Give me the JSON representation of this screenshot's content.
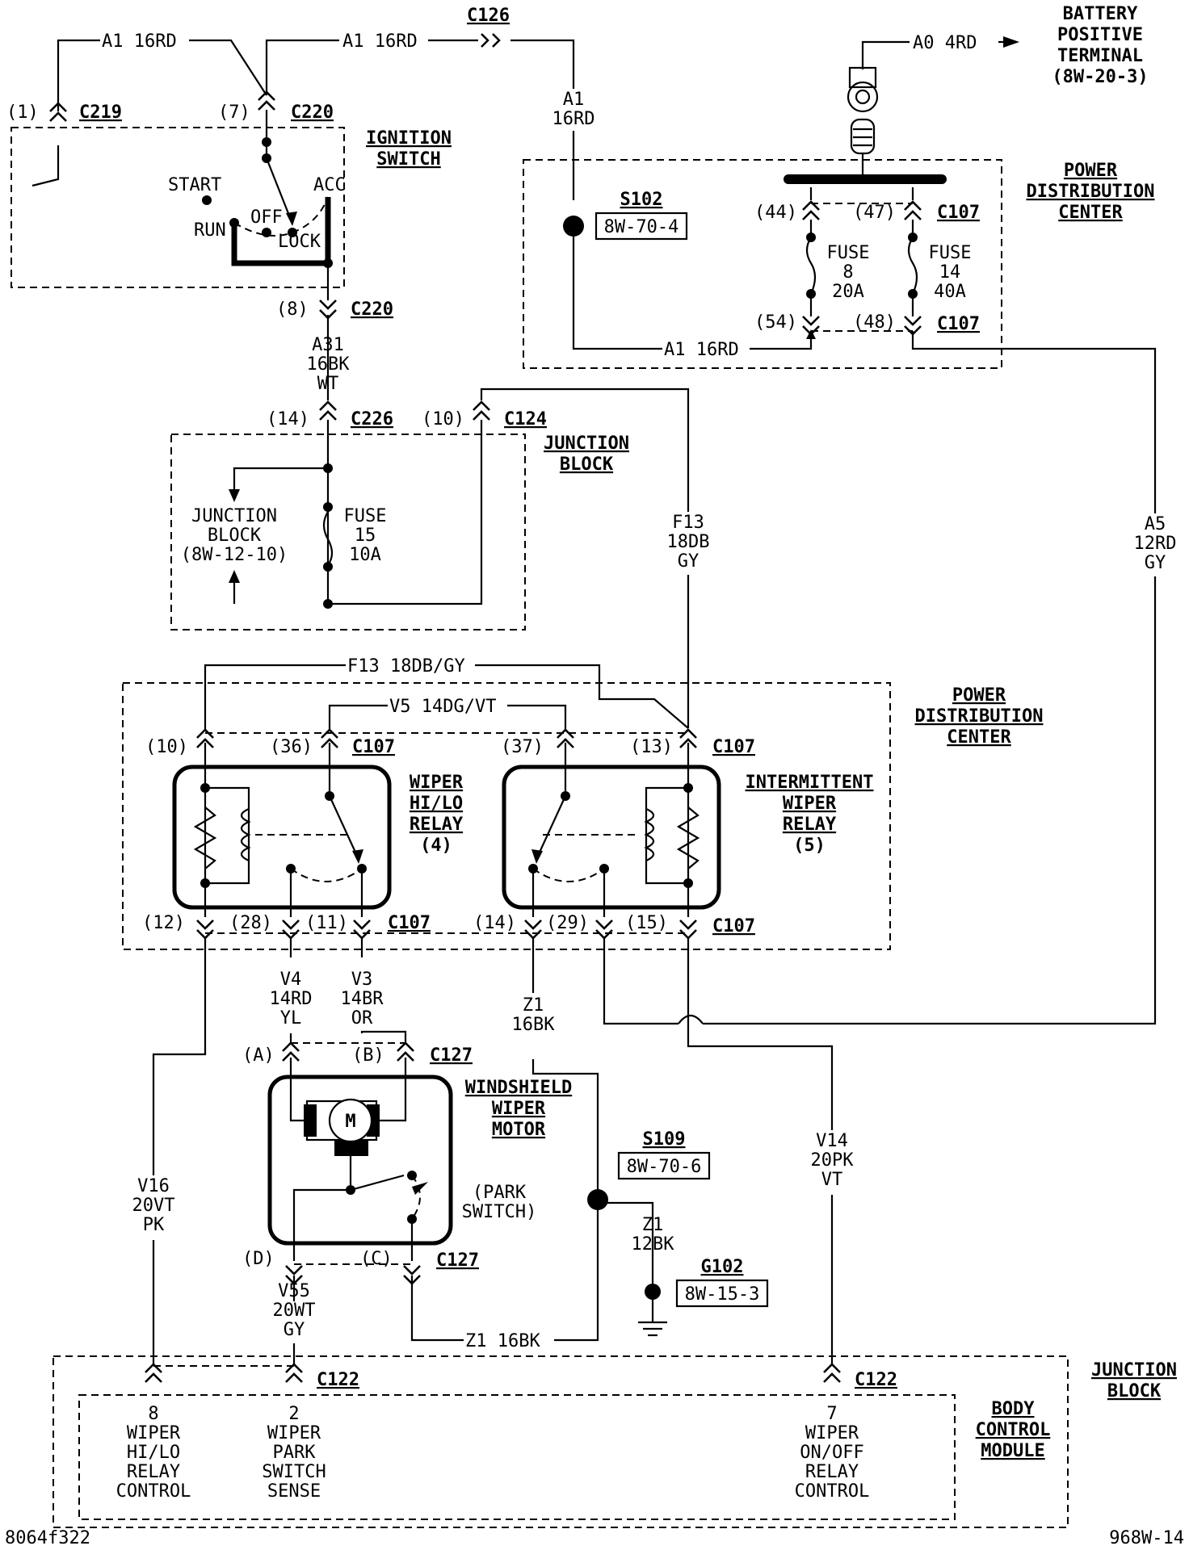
{
  "title": "",
  "colors": {
    "ink": "#000000",
    "paper": "#ffffff"
  },
  "connectors": {
    "c126": "C126",
    "c219": "C219",
    "c220": "C220",
    "c226": "C226",
    "c124": "C124",
    "c107": "C107",
    "c127": "C127",
    "c122": "C122"
  },
  "pins": {
    "p1": "(1)",
    "p7": "(7)",
    "p8": "(8)",
    "p14": "(14)",
    "p10": "(10)",
    "p44": "(44)",
    "p47": "(47)",
    "p54": "(54)",
    "p48": "(48)",
    "p36": "(36)",
    "p37": "(37)",
    "p13": "(13)",
    "p12": "(12)",
    "p28": "(28)",
    "p11": "(11)",
    "p29": "(29)",
    "p15": "(15)",
    "pA": "(A)",
    "pB": "(B)",
    "pC": "(C)",
    "pD": "(D)"
  },
  "wires": {
    "a1_16rd": "A1 16RD",
    "a1": "A1",
    "16rd": "16RD",
    "a0_4rd": "A0 4RD",
    "a31": "A31",
    "16bk": "16BK",
    "wt": "WT",
    "f13": "F13",
    "18db": "18DB",
    "gy": "GY",
    "a5": "A5",
    "12rd": "12RD",
    "f13_18dbgy": "F13 18DB/GY",
    "v5": "V5 14DG/VT",
    "v4": "V4",
    "14rd": "14RD",
    "yl": "YL",
    "v3": "V3",
    "14br": "14BR",
    "or": "OR",
    "z1": "Z1",
    "12bk": "12BK",
    "z1_16bk": "Z1 16BK",
    "v16": "V16",
    "20vt": "20VT",
    "pk": "PK",
    "v55": "V55",
    "20wt": "20WT",
    "v14": "V14",
    "20pk": "20PK",
    "vt": "VT"
  },
  "components": {
    "battery": [
      "BATTERY",
      "POSITIVE",
      "TERMINAL",
      "(8W-20-3)"
    ],
    "ignition_switch": [
      "IGNITION",
      "SWITCH"
    ],
    "ign_start": "START",
    "ign_acc": "ACC",
    "ign_off": "OFF",
    "ign_run": "RUN",
    "ign_lock": "LOCK",
    "pdc": [
      "POWER",
      "DISTRIBUTION",
      "CENTER"
    ],
    "fuse8": [
      "FUSE",
      "8",
      "20A"
    ],
    "fuse14": [
      "FUSE",
      "14",
      "40A"
    ],
    "junction_block": [
      "JUNCTION",
      "BLOCK"
    ],
    "jb_ref": [
      "JUNCTION",
      "BLOCK",
      "(8W-12-10)"
    ],
    "fuse15": [
      "FUSE",
      "15",
      "10A"
    ],
    "hilo_relay": [
      "WIPER",
      "HI/LO",
      "RELAY",
      "(4)"
    ],
    "int_relay": [
      "INTERMITTENT",
      "WIPER",
      "RELAY",
      "(5)"
    ],
    "motor": [
      "WINDSHIELD",
      "WIPER",
      "MOTOR"
    ],
    "motor_symbol": "M",
    "park_switch": [
      "(PARK",
      "SWITCH)"
    ],
    "bcm": [
      "BODY",
      "CONTROL",
      "MODULE"
    ],
    "bcm_pin8": [
      "8",
      "WIPER",
      "HI/LO",
      "RELAY",
      "CONTROL"
    ],
    "bcm_pin2": [
      "2",
      "WIPER",
      "PARK",
      "SWITCH",
      "SENSE"
    ],
    "bcm_pin7": [
      "7",
      "WIPER",
      "ON/OFF",
      "RELAY",
      "CONTROL"
    ]
  },
  "splices": {
    "s102": "S102",
    "s102_ref": "8W-70-4",
    "s109": "S109",
    "s109_ref": "8W-70-6",
    "g102": "G102",
    "g102_ref": "8W-15-3"
  },
  "footer": {
    "left": "8064f322",
    "right": "968W-14"
  }
}
